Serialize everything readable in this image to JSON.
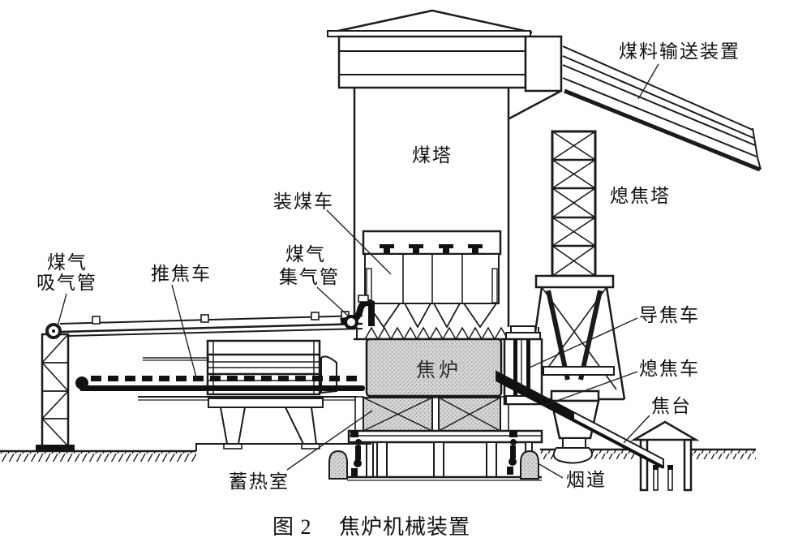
{
  "figure": {
    "caption_prefix": "图 2",
    "caption_title": "焦炉机械装置"
  },
  "labels": {
    "coal_conveyor": "煤料输送装置",
    "coal_tower": "煤塔",
    "quenching_tower": "熄焦塔",
    "charging_car": "装煤车",
    "gas_collecting_main_line1": "煤气",
    "gas_collecting_main_line2": "集气管",
    "pusher_car": "推焦车",
    "gas_suction_line1": "煤气",
    "gas_suction_line2": "吸气管",
    "coke_guide_car": "导焦车",
    "quenching_car": "熄焦车",
    "coke_wharf": "焦台",
    "coke_oven": "焦炉",
    "regenerator": "蓄热室",
    "flue": "烟道"
  },
  "colors": {
    "ink": "#1b1b1b",
    "paper": "#ffffff",
    "shade_fill": "#d6d6d6"
  }
}
